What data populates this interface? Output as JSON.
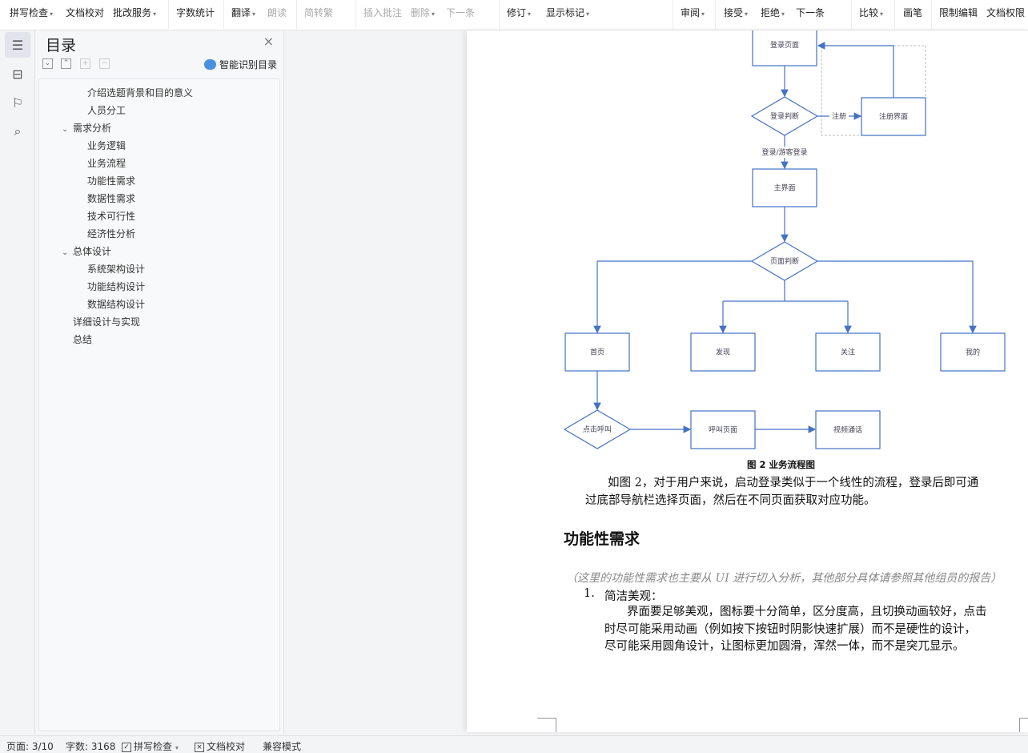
{
  "toolbar": {
    "items": [
      {
        "label": "拼写检查",
        "caret": true
      },
      {
        "label": "文档校对"
      },
      {
        "label": "批改服务",
        "caret": true
      },
      {
        "label": "字数统计"
      },
      {
        "label": "翻译",
        "caret": true
      },
      {
        "label": "朗读",
        "disabled": true
      },
      {
        "label": "简转繁",
        "disabled": true
      },
      {
        "label": "插入批注",
        "disabled": true
      },
      {
        "label": "删除",
        "caret": true,
        "disabled": true
      },
      {
        "label": "下一条",
        "disabled": true
      },
      {
        "label": "修订",
        "caret": true
      },
      {
        "label": "显示标记",
        "caret": true
      },
      {
        "label": "审阅",
        "caret": true
      },
      {
        "label": "接受",
        "caret": true
      },
      {
        "label": "拒绝",
        "caret": true
      },
      {
        "label": "下一条"
      },
      {
        "label": "比较",
        "caret": true
      },
      {
        "label": "画笔"
      },
      {
        "label": "限制编辑"
      },
      {
        "label": "文档权限"
      }
    ]
  },
  "panel": {
    "title": "目录",
    "smart_label": "智能识别目录",
    "items": [
      {
        "label": "介绍选题背景和目的意义",
        "level": 3
      },
      {
        "label": "人员分工",
        "level": 3
      },
      {
        "label": "需求分析",
        "level": 2,
        "expanded": true
      },
      {
        "label": "业务逻辑",
        "level": 3
      },
      {
        "label": "业务流程",
        "level": 3
      },
      {
        "label": "功能性需求",
        "level": 3
      },
      {
        "label": "数据性需求",
        "level": 3
      },
      {
        "label": "技术可行性",
        "level": 3
      },
      {
        "label": "经济性分析",
        "level": 3
      },
      {
        "label": "总体设计",
        "level": 2,
        "expanded": true
      },
      {
        "label": "系统架构设计",
        "level": 3
      },
      {
        "label": "功能结构设计",
        "level": 3
      },
      {
        "label": "数据结构设计",
        "level": 3
      },
      {
        "label": "详细设计与实现",
        "level": 2
      },
      {
        "label": "总结",
        "level": 2
      }
    ]
  },
  "flow": {
    "login_page": "登录页面",
    "login_check": "登录判断",
    "register": "注册",
    "register_page": "注册界面",
    "guest_login": "登录/游客登录",
    "main": "主界面",
    "page_check": "页面判断",
    "home": "首页",
    "discover": "发现",
    "follow": "关注",
    "mine": "我的",
    "click_call": "点击呼叫",
    "call_page": "呼叫页面",
    "video_call": "视频通话",
    "color": "#4472c4"
  },
  "doc": {
    "caption": "图 2 业务流程图",
    "para1": "如图 2，对于用户来说，启动登录类似于一个线性的流程，登录后即可通",
    "para2": "过底部导航栏选择页面，然后在不同页面获取对应功能。",
    "heading": "功能性需求",
    "note": "（这里的功能性需求也主要从 UI 进行切入分析，其他部分具体请参照其他组员的报告）",
    "list_num": "1.",
    "list_title": "简洁美观：",
    "body1": "界面要足够美观，图标要十分简单，区分度高，且切换动画较好，点击",
    "body2": "时尽可能采用动画（例如按下按钮时阴影快速扩展）而不是硬性的设计，",
    "body3": "尽可能采用圆角设计，让图标更加圆滑，浑然一体，而不是突兀显示。"
  },
  "status": {
    "page": "页面: 3/10",
    "words": "字数: 3168",
    "spell": "拼写检查",
    "proof": "文档校对",
    "compat": "兼容模式"
  }
}
